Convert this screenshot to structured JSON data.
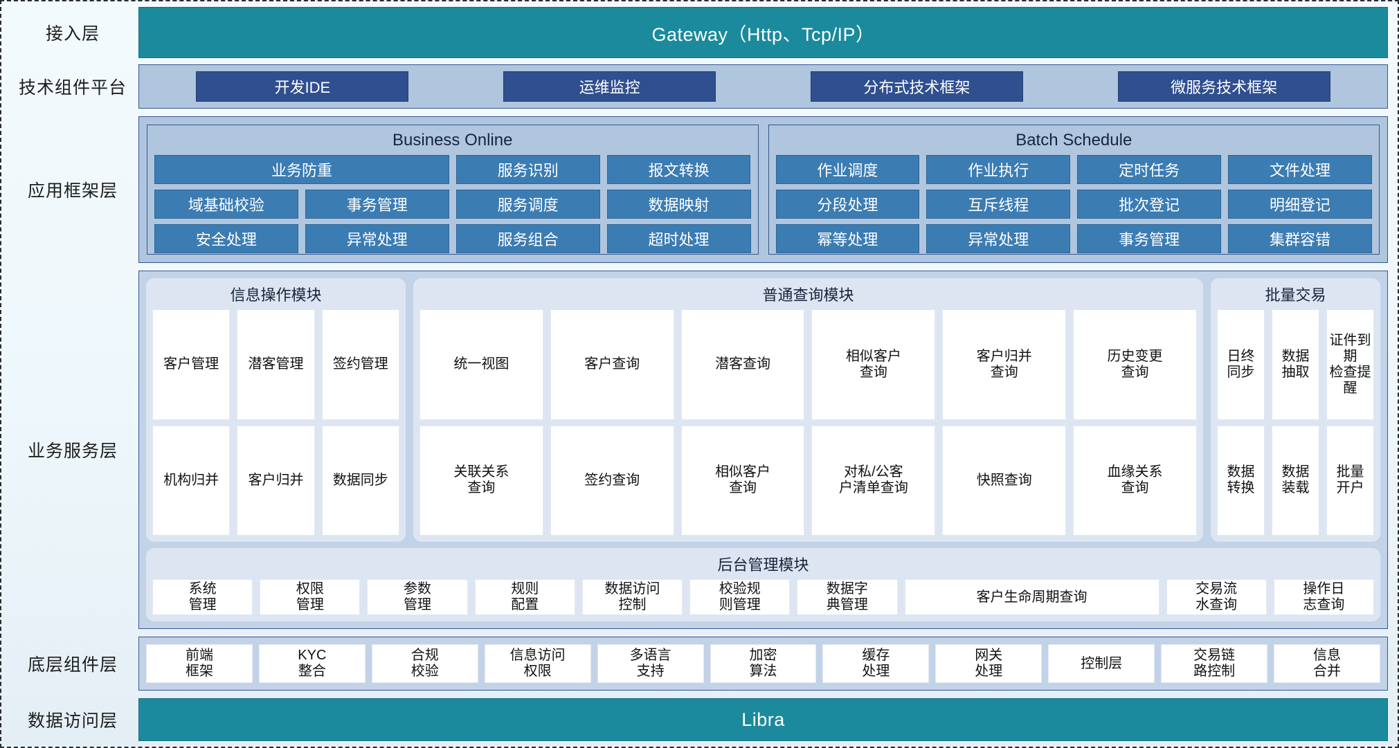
{
  "layers": {
    "access": "接入层",
    "tech_platform": "技术组件平台",
    "app_framework": "应用框架层",
    "business_service": "业务服务层",
    "base_component": "底层组件层",
    "data_access": "数据访问层"
  },
  "gateway": {
    "label": "Gateway（Http、Tcp/IP）"
  },
  "libra": {
    "label": "Libra"
  },
  "tech_tiles": [
    "开发IDE",
    "运维监控",
    "分布式技术框架",
    "微服务技术框架"
  ],
  "app_framework": {
    "business_online": {
      "title": "Business Online",
      "rows": [
        [
          {
            "label": "业务防重",
            "span": 2
          },
          {
            "label": "服务识别",
            "span": 1
          },
          {
            "label": "报文转换",
            "span": 1
          }
        ],
        [
          {
            "label": "域基础校验",
            "span": 1
          },
          {
            "label": "事务管理",
            "span": 1
          },
          {
            "label": "服务调度",
            "span": 1
          },
          {
            "label": "数据映射",
            "span": 1
          }
        ],
        [
          {
            "label": "安全处理",
            "span": 1
          },
          {
            "label": "异常处理",
            "span": 1
          },
          {
            "label": "服务组合",
            "span": 1
          },
          {
            "label": "超时处理",
            "span": 1
          }
        ]
      ]
    },
    "batch_schedule": {
      "title": "Batch Schedule",
      "rows": [
        [
          {
            "label": "作业调度",
            "span": 1
          },
          {
            "label": "作业执行",
            "span": 1
          },
          {
            "label": "定时任务",
            "span": 1
          },
          {
            "label": "文件处理",
            "span": 1
          }
        ],
        [
          {
            "label": "分段处理",
            "span": 1
          },
          {
            "label": "互斥线程",
            "span": 1
          },
          {
            "label": "批次登记",
            "span": 1
          },
          {
            "label": "明细登记",
            "span": 1
          }
        ],
        [
          {
            "label": "幂等处理",
            "span": 1
          },
          {
            "label": "异常处理",
            "span": 1
          },
          {
            "label": "事务管理",
            "span": 1
          },
          {
            "label": "集群容错",
            "span": 1
          }
        ]
      ]
    }
  },
  "business_service": {
    "info_module": {
      "title": "信息操作模块",
      "rows": [
        [
          "客户管理",
          "潜客管理",
          "签约管理"
        ],
        [
          "机构归并",
          "客户归并",
          "数据同步"
        ]
      ]
    },
    "query_module": {
      "title": "普通查询模块",
      "rows": [
        [
          "统一视图",
          "客户查询",
          "潜客查询",
          "相似客户\n查询",
          "客户归并\n查询",
          "历史变更\n查询"
        ],
        [
          "关联关系\n查询",
          "签约查询",
          "相似客户\n查询",
          "对私/公客\n户清单查询",
          "快照查询",
          "血缘关系\n查询"
        ]
      ]
    },
    "batch_module": {
      "title": "批量交易",
      "rows": [
        [
          "日终\n同步",
          "数据\n抽取",
          "证件到期\n检查提醒"
        ],
        [
          "数据\n转换",
          "数据\n装载",
          "批量\n开户"
        ]
      ]
    },
    "admin_module": {
      "title": "后台管理模块",
      "tiles": [
        {
          "label": "系统\n管理",
          "span": 1
        },
        {
          "label": "权限\n管理",
          "span": 1
        },
        {
          "label": "参数\n管理",
          "span": 1
        },
        {
          "label": "规则\n配置",
          "span": 1
        },
        {
          "label": "数据访问\n控制",
          "span": 1
        },
        {
          "label": "校验规\n则管理",
          "span": 1
        },
        {
          "label": "数据字\n典管理",
          "span": 1
        },
        {
          "label": "客户生命周期查询",
          "span": 2.6
        },
        {
          "label": "交易流\n水查询",
          "span": 1
        },
        {
          "label": "操作日\n志查询",
          "span": 1
        }
      ]
    }
  },
  "base_components": [
    "前端\n框架",
    "KYC\n整合",
    "合规\n校验",
    "信息访问\n权限",
    "多语言\n支持",
    "加密\n算法",
    "缓存\n处理",
    "网关\n处理",
    "控制层",
    "交易链\n路控制",
    "信息\n合并"
  ],
  "colors": {
    "teal": "#1b8a9c",
    "dark_blue_tile": "#2f4f8f",
    "steel_blue_tile": "#3b7cb3",
    "band_blue": "#b0c6de",
    "biz_band": "#c2d3e8",
    "card_bg": "#dde5f2",
    "white_tile": "#ffffff",
    "border_blue": "#35568d"
  }
}
